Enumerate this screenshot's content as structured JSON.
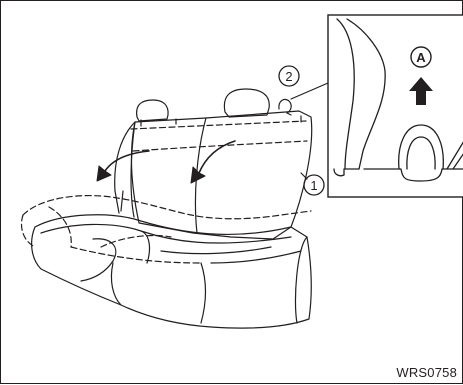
{
  "figure": {
    "callouts": {
      "seatback_release": "2",
      "seatback": "1",
      "detail_label": "A"
    },
    "reference_code": "WRS0758"
  }
}
